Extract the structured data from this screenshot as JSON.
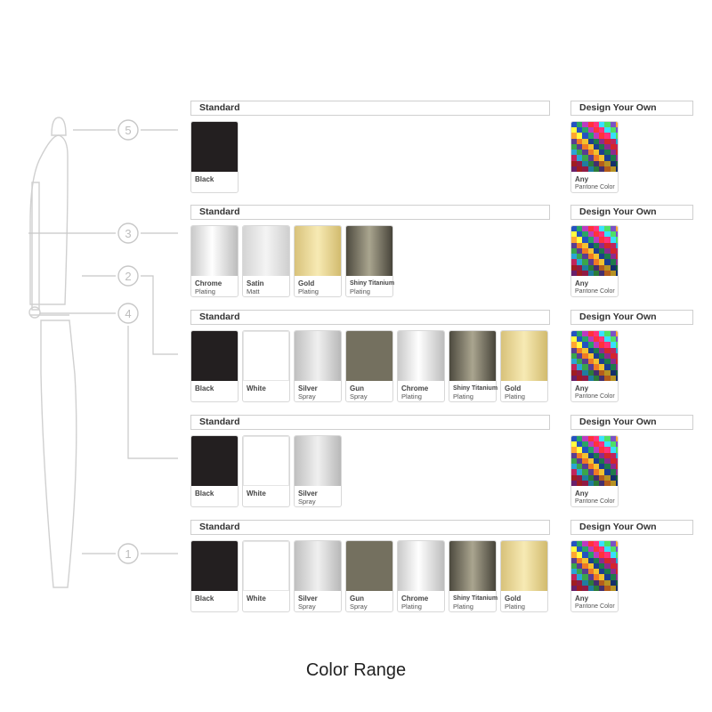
{
  "caption": "Color Range",
  "colors": {
    "black": "#231f20",
    "white": "#ffffff",
    "gun": "#74705f",
    "line": "#c8c8c8",
    "number": "#bdbdbd"
  },
  "callouts": [
    {
      "num": "5",
      "section": 0
    },
    {
      "num": "3",
      "section": 1
    },
    {
      "num": "2",
      "section": 2
    },
    {
      "num": "4",
      "section": 3
    },
    {
      "num": "1",
      "section": 4
    }
  ],
  "design_your_own": {
    "header": "Design Your Own",
    "label": "Any",
    "sub": "Pantone Color"
  },
  "sections": [
    {
      "header": "Standard",
      "swatches": [
        {
          "label": "Black",
          "sub": "",
          "finish": "black"
        }
      ]
    },
    {
      "header": "Standard",
      "swatches": [
        {
          "label": "Chrome",
          "sub": "Plating",
          "finish": "chrome"
        },
        {
          "label": "Satin",
          "sub": "Matt",
          "finish": "satin"
        },
        {
          "label": "Gold",
          "sub": "Plating",
          "finish": "gold"
        },
        {
          "label": "Shiny Titanium",
          "sub": "Plating",
          "finish": "titanium"
        }
      ]
    },
    {
      "header": "Standard",
      "swatches": [
        {
          "label": "Black",
          "sub": "",
          "finish": "black"
        },
        {
          "label": "White",
          "sub": "",
          "finish": "white"
        },
        {
          "label": "Silver",
          "sub": "Spray",
          "finish": "silver"
        },
        {
          "label": "Gun",
          "sub": "Spray",
          "finish": "gun"
        },
        {
          "label": "Chrome",
          "sub": "Plating",
          "finish": "chrome"
        },
        {
          "label": "Shiny Titanium",
          "sub": "Plating",
          "finish": "titanium"
        },
        {
          "label": "Gold",
          "sub": "Plating",
          "finish": "gold"
        }
      ]
    },
    {
      "header": "Standard",
      "swatches": [
        {
          "label": "Black",
          "sub": "",
          "finish": "black"
        },
        {
          "label": "White",
          "sub": "",
          "finish": "white"
        },
        {
          "label": "Silver",
          "sub": "Spray",
          "finish": "silver"
        }
      ]
    },
    {
      "header": "Standard",
      "swatches": [
        {
          "label": "Black",
          "sub": "",
          "finish": "black"
        },
        {
          "label": "White",
          "sub": "",
          "finish": "white"
        },
        {
          "label": "Silver",
          "sub": "Spray",
          "finish": "silver"
        },
        {
          "label": "Gun",
          "sub": "Spray",
          "finish": "gun"
        },
        {
          "label": "Chrome",
          "sub": "Plating",
          "finish": "chrome"
        },
        {
          "label": "Shiny Titanium",
          "sub": "Plating",
          "finish": "titanium"
        },
        {
          "label": "Gold",
          "sub": "Plating",
          "finish": "gold"
        }
      ]
    }
  ]
}
